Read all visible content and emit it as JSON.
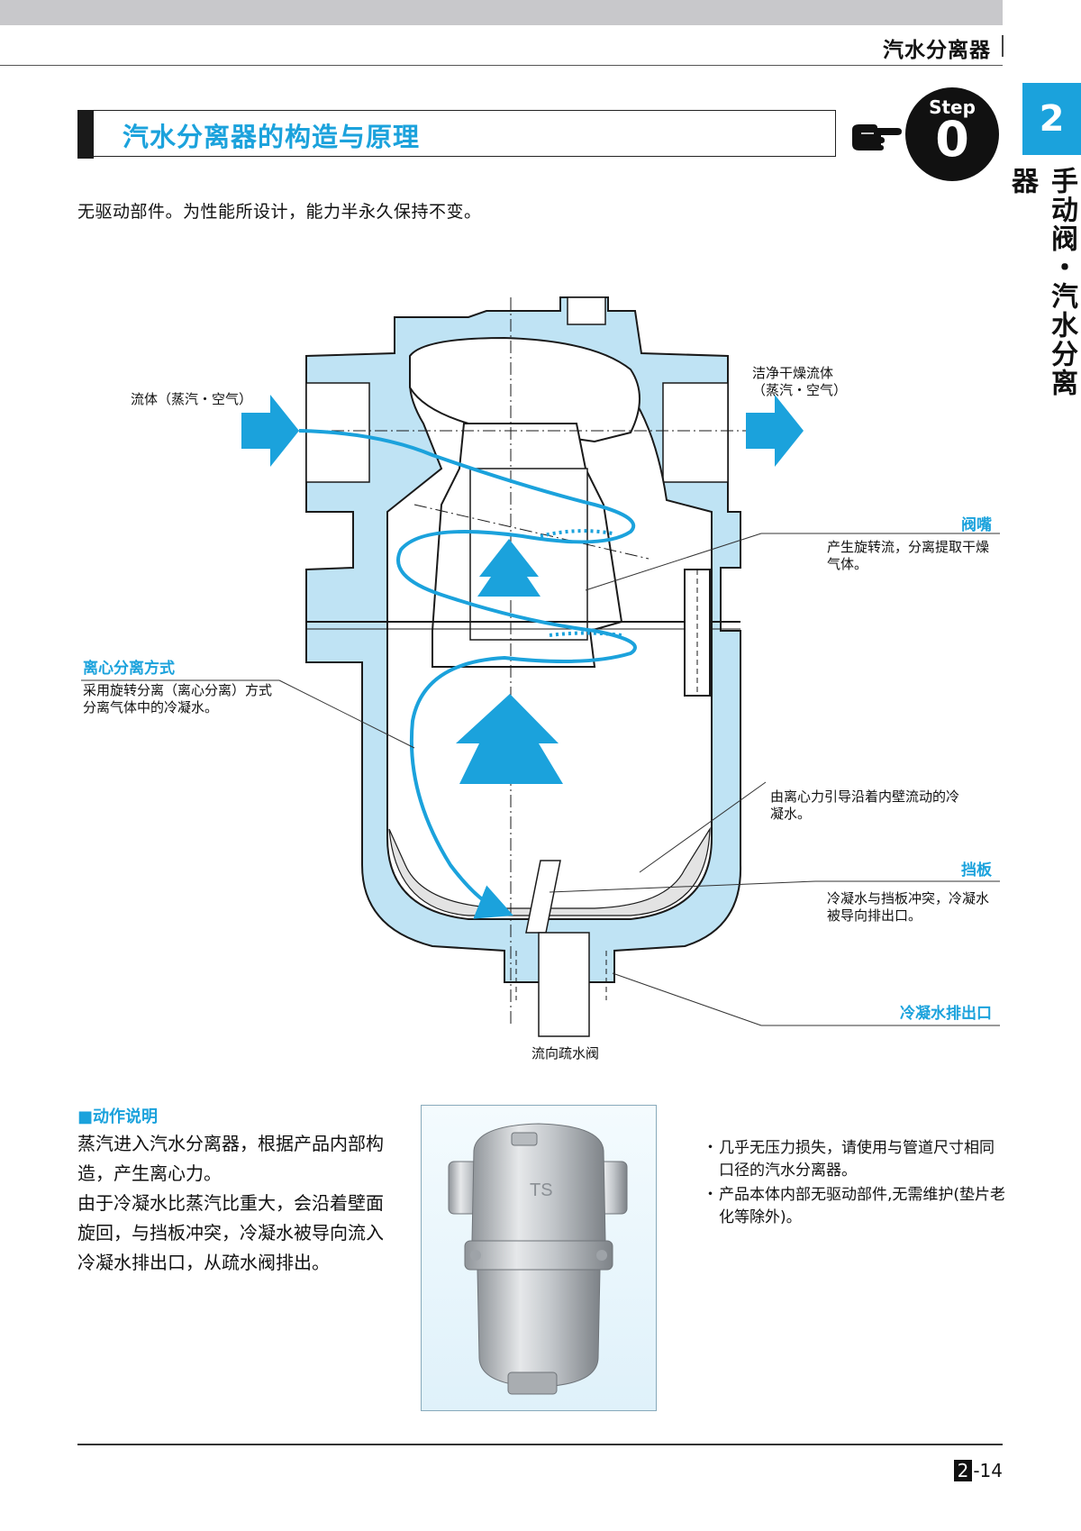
{
  "header": {
    "title": "汽水分离器"
  },
  "chapter": {
    "number": "2",
    "vertical_label": "手动阀・汽水分离器"
  },
  "section": {
    "title": "汽水分离器的构造与原理"
  },
  "step_badge": {
    "label": "Step",
    "number": "0"
  },
  "intro": "无驱动部件。为性能所设计，能力半永久保持不变。",
  "diagram": {
    "inlet_label": "流体（蒸汽・空气）",
    "outlet_label_1": "洁净干燥流体",
    "outlet_label_2": "（蒸汽・空气）",
    "valve_title": "阀嘴",
    "valve_desc": "产生旋转流，分离提取干燥气体。",
    "centrifugal_title": "离心分离方式",
    "centrifugal_desc": "采用旋转分离（离心分离）方式分离气体中的冷凝水。",
    "wall_flow_desc": "由离心力引导沿着内壁流动的冷凝水。",
    "baffle_title": "挡板",
    "baffle_desc": "冷凝水与挡板冲突，冷凝水被导向排出口。",
    "drain_outlet_title": "冷凝水排出口",
    "to_trap_label": "流向疏水阀"
  },
  "operation": {
    "heading": "■动作说明",
    "line1": "蒸汽进入汽水分离器，根据产品内部构造，产生离心力。",
    "line2": "由于冷凝水比蒸汽比重大，会沿着壁面旋回，与挡板冲突，冷凝水被导向流入冷凝水排出口，从疏水阀排出。"
  },
  "photo": {
    "embossed_mark": "TS"
  },
  "features": [
    {
      "bullet": "・",
      "text": "几乎无压力损失，请使用与管道尺寸相同口径的汽水分离器。"
    },
    {
      "bullet": "・",
      "text": "产品本体内部无驱动部件,无需维护(垫片老化等除外)。"
    }
  ],
  "footer": {
    "chapter": "2",
    "page": "-14"
  },
  "colors": {
    "accent": "#1ba2dc",
    "body_fill": "#bfe3f4",
    "condensate_fill": "#e3e3e3"
  }
}
